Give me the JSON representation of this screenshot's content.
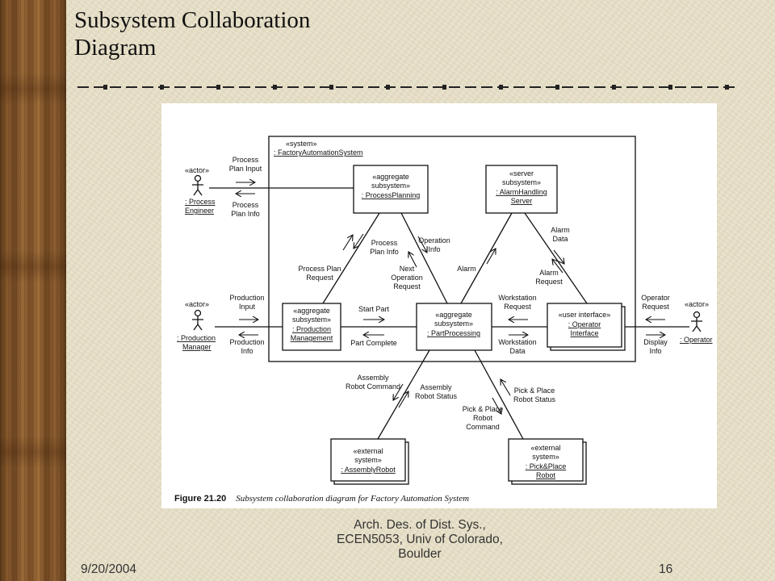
{
  "slide": {
    "title_line1": "Subsystem Collaboration",
    "title_line2": "Diagram",
    "footer_date": "9/20/2004",
    "footer_course_line1": "Arch. Des. of Dist. Sys.,",
    "footer_course_line2": "ECEN5053, Univ of Colorado,",
    "footer_course_line3": "Boulder",
    "footer_page": "16"
  },
  "colors": {
    "background": "#e7e0c8",
    "wood": "#7a4e26",
    "diagram_panel": "#ffffff"
  },
  "figure": {
    "caption_number": "Figure 21.20",
    "caption_text": "Subsystem collaboration diagram for Factory Automation System",
    "system": {
      "stereotype": "«system»",
      "name": ": FactoryAutomationSystem"
    },
    "nodes": {
      "process_planning": {
        "l1": "«aggregate",
        "l2": "subsystem»",
        "l3": ": ProcessPlanning"
      },
      "alarm_handling": {
        "l1": "«server",
        "l2": "subsystem»",
        "l3": ": AlarmHandling",
        "l4": "Server"
      },
      "production_mgmt": {
        "l1": "«aggregate",
        "l2": "subsystem»",
        "l3": ": Production",
        "l4": "Management"
      },
      "part_processing": {
        "l1": "«aggregate",
        "l2": "subsystem»",
        "l3": ": PartProcessing"
      },
      "operator_interface": {
        "l1": "«user interface»",
        "l2": ": Operator",
        "l3": "Interface"
      },
      "assembly_robot": {
        "l1": "«external",
        "l2": "system»",
        "l3": ": AssemblyRobot"
      },
      "pick_place_robot": {
        "l1": "«external",
        "l2": "system»",
        "l3": ": Pick&Place",
        "l4": "Robot"
      }
    },
    "actors": {
      "process_engineer": {
        "stereotype": "«actor»",
        "l1": ": Process",
        "l2": "Engineer"
      },
      "production_manager": {
        "stereotype": "«actor»",
        "l1": ": Production",
        "l2": "Manager"
      },
      "operator": {
        "stereotype": "«actor»",
        "l1": ": Operator"
      }
    },
    "messages": {
      "process_plan_input": {
        "l1": "Process",
        "l2": "Plan Input"
      },
      "process_plan_info_out": {
        "l1": "Process",
        "l2": "Plan Info"
      },
      "process_plan_info": {
        "l1": "Process",
        "l2": "Plan Info"
      },
      "process_plan_request": {
        "l1": "Process Plan",
        "l2": "Request"
      },
      "operation_info": {
        "l1": "Operation",
        "l2": "Info"
      },
      "next_operation_request": {
        "l1": "Next",
        "l2": "Operation",
        "l3": "Request"
      },
      "alarm": {
        "l1": "Alarm"
      },
      "alarm_data": {
        "l1": "Alarm",
        "l2": "Data"
      },
      "alarm_request": {
        "l1": "Alarm",
        "l2": "Request"
      },
      "production_input": {
        "l1": "Production",
        "l2": "Input"
      },
      "production_info": {
        "l1": "Production",
        "l2": "Info"
      },
      "start_part": {
        "l1": "Start Part"
      },
      "part_complete": {
        "l1": "Part Complete"
      },
      "workstation_request": {
        "l1": "Workstation",
        "l2": "Request"
      },
      "workstation_data": {
        "l1": "Workstation",
        "l2": "Data"
      },
      "operator_request": {
        "l1": "Operator",
        "l2": "Request"
      },
      "display_info": {
        "l1": "Display",
        "l2": "Info"
      },
      "assembly_robot_command": {
        "l1": "Assembly",
        "l2": "Robot Command"
      },
      "assembly_robot_status": {
        "l1": "Assembly",
        "l2": "Robot Status"
      },
      "pick_place_robot_status": {
        "l1": "Pick & Place",
        "l2": "Robot Status"
      },
      "pick_place_robot_command": {
        "l1": "Pick & Place",
        "l2": "Robot",
        "l3": "Command"
      }
    }
  }
}
